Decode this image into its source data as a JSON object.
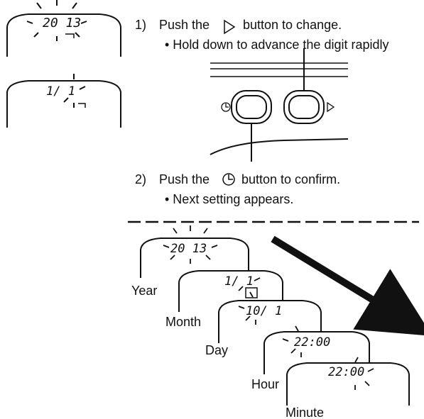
{
  "instructions": {
    "step1": {
      "number": "1)",
      "text_before": "Push the",
      "text_after": "button to change.",
      "bullet": "• Hold down to advance the digit rapidly",
      "button_icon": "triangle-right-icon"
    },
    "step2": {
      "number": "2)",
      "text_before": "Push the",
      "text_after": "button to confirm.",
      "bullet": "• Next setting appears.",
      "button_icon": "clock-icon"
    }
  },
  "side_displays": {
    "top": "20 13",
    "second": "1/ 1"
  },
  "sequence": [
    {
      "label": "Year",
      "display": "20 13"
    },
    {
      "label": "Month",
      "display": "1/ 1"
    },
    {
      "label": "Day",
      "display": "10/ 1"
    },
    {
      "label": "Hour",
      "display": "22:00"
    },
    {
      "label": "Minute",
      "display": "22:00"
    }
  ],
  "colors": {
    "ink": "#111111",
    "background": "#ffffff"
  }
}
